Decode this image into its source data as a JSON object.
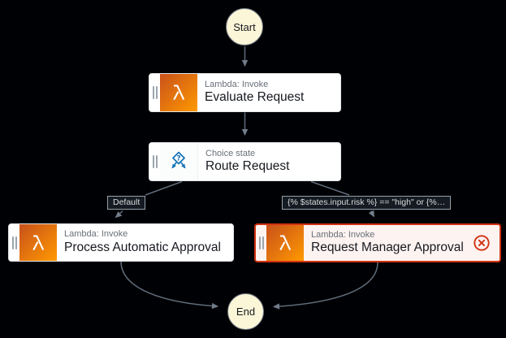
{
  "diagram": {
    "start": {
      "label": "Start"
    },
    "end": {
      "label": "End"
    },
    "states": [
      {
        "id": "evaluate-request",
        "type_label": "Lambda: Invoke",
        "title": "Evaluate Request",
        "icon": "lambda-icon",
        "status": "normal"
      },
      {
        "id": "route-request",
        "type_label": "Choice state",
        "title": "Route Request",
        "icon": "choice-icon",
        "status": "normal"
      },
      {
        "id": "process-automatic-approval",
        "type_label": "Lambda: Invoke",
        "title": "Process Automatic Approval",
        "icon": "lambda-icon",
        "status": "normal"
      },
      {
        "id": "request-manager-approval",
        "type_label": "Lambda: Invoke",
        "title": "Request Manager Approval",
        "icon": "lambda-icon",
        "status": "error"
      }
    ],
    "edge_labels": {
      "default_branch": "Default",
      "condition_branch": "{% $states.input.risk %} == \"high\" or {%…"
    },
    "colors": {
      "canvas_background": "#000104",
      "lambda_gradient_start": "#C8511B",
      "lambda_gradient_end": "#FF9900",
      "choice_blue": "#1172B8",
      "error_red": "#D13212",
      "error_box_background": "#FDF3F1",
      "terminal_fill": "#FCF6D8",
      "edge_gray": "#5F6B7A",
      "type_label_gray": "#687078",
      "title_dark": "#16191F",
      "edge_label_text": "#D5DBDB"
    }
  }
}
